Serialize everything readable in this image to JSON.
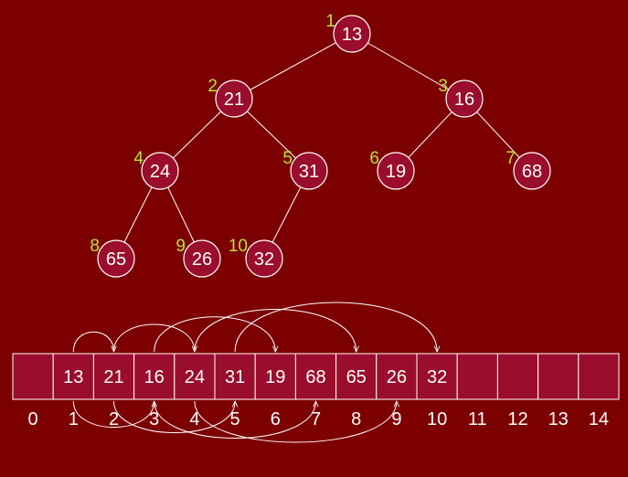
{
  "heap_tree": {
    "nodes": [
      {
        "index": "1",
        "value": "13"
      },
      {
        "index": "2",
        "value": "21"
      },
      {
        "index": "3",
        "value": "16"
      },
      {
        "index": "4",
        "value": "24"
      },
      {
        "index": "5",
        "value": "31"
      },
      {
        "index": "6",
        "value": "19"
      },
      {
        "index": "7",
        "value": "68"
      },
      {
        "index": "8",
        "value": "65"
      },
      {
        "index": "9",
        "value": "26"
      },
      {
        "index": "10",
        "value": "32"
      }
    ],
    "edges": [
      [
        1,
        2
      ],
      [
        1,
        3
      ],
      [
        2,
        4
      ],
      [
        2,
        5
      ],
      [
        3,
        6
      ],
      [
        3,
        7
      ],
      [
        4,
        8
      ],
      [
        4,
        9
      ],
      [
        5,
        10
      ]
    ]
  },
  "heap_array": {
    "cells": [
      "",
      "13",
      "21",
      "16",
      "24",
      "31",
      "19",
      "68",
      "65",
      "26",
      "32",
      "",
      "",
      "",
      ""
    ],
    "indices": [
      "0",
      "1",
      "2",
      "3",
      "4",
      "5",
      "6",
      "7",
      "8",
      "9",
      "10",
      "11",
      "12",
      "13",
      "14"
    ],
    "parent_child_links": [
      [
        1,
        2
      ],
      [
        1,
        3
      ],
      [
        2,
        4
      ],
      [
        2,
        5
      ],
      [
        3,
        6
      ],
      [
        3,
        7
      ],
      [
        4,
        8
      ],
      [
        4,
        9
      ],
      [
        5,
        10
      ]
    ]
  }
}
